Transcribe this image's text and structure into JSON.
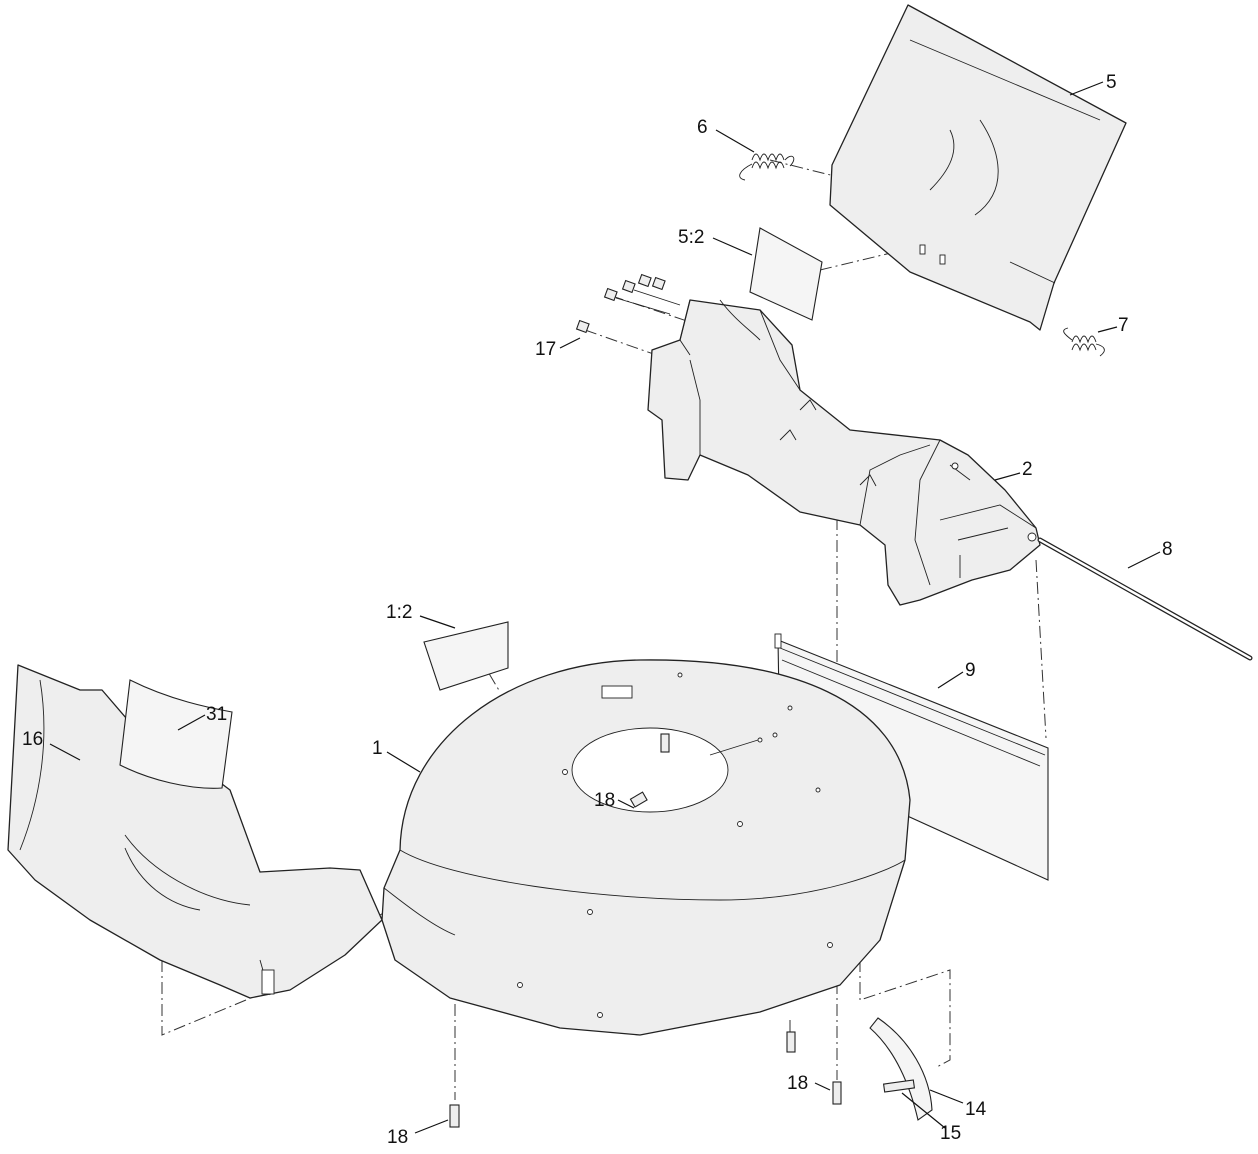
{
  "callouts": {
    "c1": "1",
    "c1_2": "1:2",
    "c2": "2",
    "c5": "5",
    "c5_2": "5:2",
    "c6": "6",
    "c7": "7",
    "c8": "8",
    "c9": "9",
    "c14": "14",
    "c15": "15",
    "c16": "16",
    "c17": "17",
    "c18a": "18",
    "c18b": "18",
    "c18c": "18",
    "c31": "31"
  }
}
